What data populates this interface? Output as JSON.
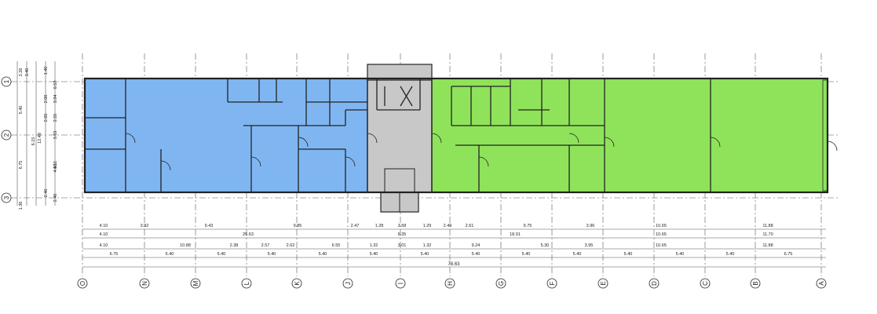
{
  "colors": {
    "zone_left": "#7fb6f2",
    "zone_core": "#c8c8c8",
    "zone_right": "#8fe35a",
    "line": "#222222",
    "grid": "#555555",
    "background": "#ffffff"
  },
  "grid_rows": [
    "1",
    "2",
    "3"
  ],
  "grid_cols": [
    "O",
    "N",
    "M",
    "L",
    "K",
    "J",
    "I",
    "H",
    "G",
    "F",
    "E",
    "D",
    "C",
    "B",
    "A"
  ],
  "left_dims": [
    "2.26",
    "3.40",
    "5.40",
    "6.15",
    "6.75",
    "1.36",
    "2.46",
    "3.94",
    "2.55",
    "0.53",
    "4.56",
    "2.46",
    "1.40",
    "12.48",
    "2.00",
    "2.65",
    "3.63",
    "4.11"
  ],
  "dim_rows": [
    [
      "4.10",
      "3.92",
      "9.43",
      "9.85",
      "2.47",
      "1.28",
      "3.58",
      "1.29",
      "2.49",
      "2.61",
      "9.75",
      "3.96",
      "10.65",
      "11.88"
    ],
    [
      "4.10",
      "25.63",
      "6.35",
      "18.91",
      "10.65",
      "11.70"
    ],
    [
      "4.10",
      "10.88",
      "2.38",
      "2.57",
      "2.62",
      "6.55",
      "1.32",
      "3.01",
      "1.32",
      "9.24",
      "5.30",
      "3.95",
      "10.65",
      "11.88"
    ],
    [
      "6.75",
      "5.40",
      "5.40",
      "5.40",
      "5.40",
      "5.40",
      "5.40",
      "5.40",
      "5.40",
      "5.40",
      "5.40",
      "5.40",
      "5.40",
      "6.75"
    ]
  ],
  "overall_dim": "78.63"
}
